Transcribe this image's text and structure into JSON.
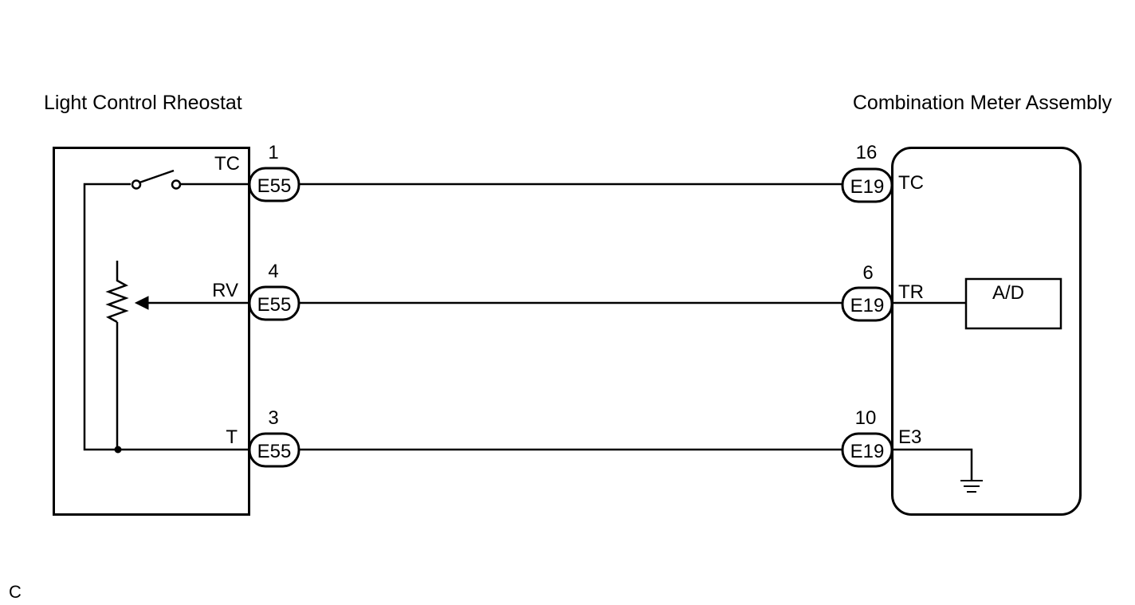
{
  "components": {
    "left_title": "Light Control Rheostat",
    "right_title": "Combination Meter Assembly"
  },
  "circuits": [
    {
      "id": "tc",
      "left_terminal": "TC",
      "left_pin": "1",
      "left_connector": "E55",
      "right_pin": "16",
      "right_connector": "E19",
      "right_terminal": "TC"
    },
    {
      "id": "rv",
      "left_terminal": "RV",
      "left_pin": "4",
      "left_connector": "E55",
      "right_pin": "6",
      "right_connector": "E19",
      "right_terminal": "TR"
    },
    {
      "id": "t",
      "left_terminal": "T",
      "left_pin": "3",
      "left_connector": "E55",
      "right_pin": "10",
      "right_connector": "E19",
      "right_terminal": "E3"
    }
  ],
  "ad_block_label": "A/D",
  "footer_code": "C",
  "symbols": {
    "switch": "switch-icon",
    "rheostat": "rheostat-icon",
    "ground": "ground-icon"
  }
}
